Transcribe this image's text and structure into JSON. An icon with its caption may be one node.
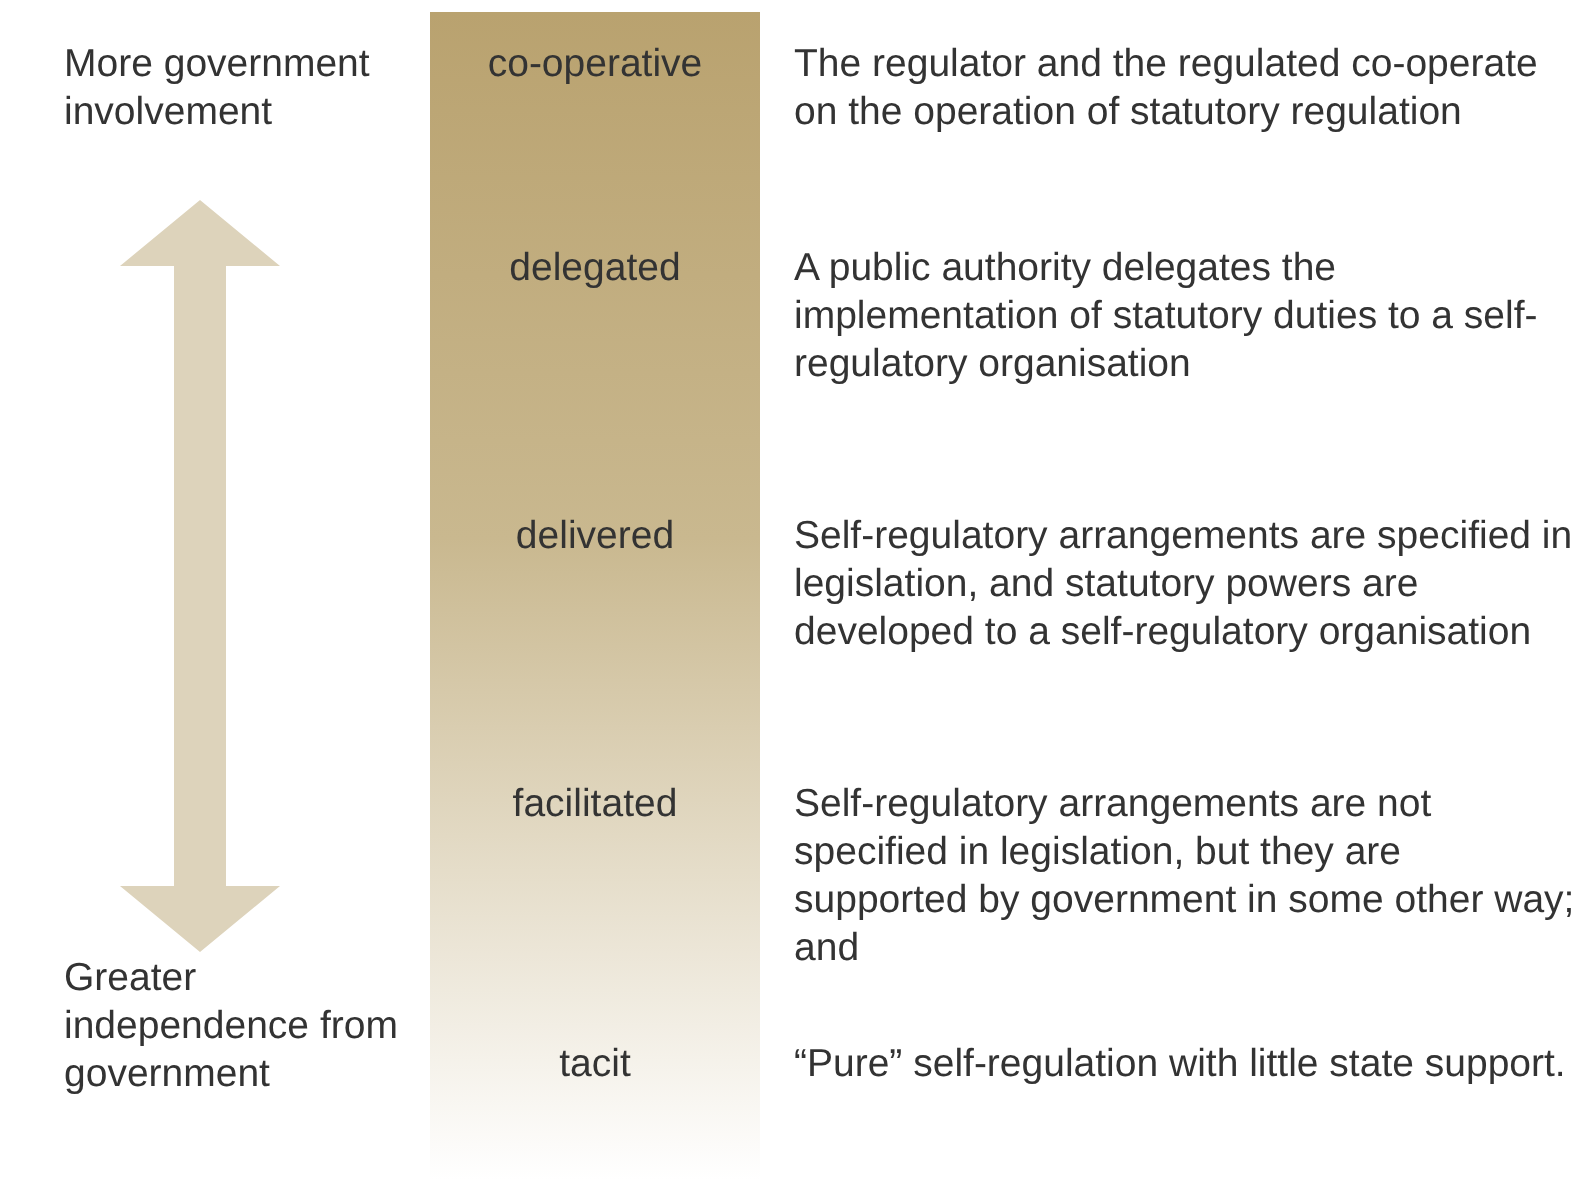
{
  "diagram": {
    "labels": [
      "More government involvement",
      "co-operative",
      "The regulator and the regulated co-operate on the operation of statutory regulation",
      "delegated",
      "A public authority delegates the implementation of statutory duties to a self-regulatory organisation",
      "delivered",
      "Self-regulatory arrangements are specified in legislation, and statutory powers are developed to a self-regulatory organisation",
      "facilitated",
      "Self-regulatory arrangements are not specified in legislation, but they are supported by government in some other way; and",
      "Greater independence from government",
      "tacit",
      "“Pure” self-regulation with little state support."
    ]
  }
}
